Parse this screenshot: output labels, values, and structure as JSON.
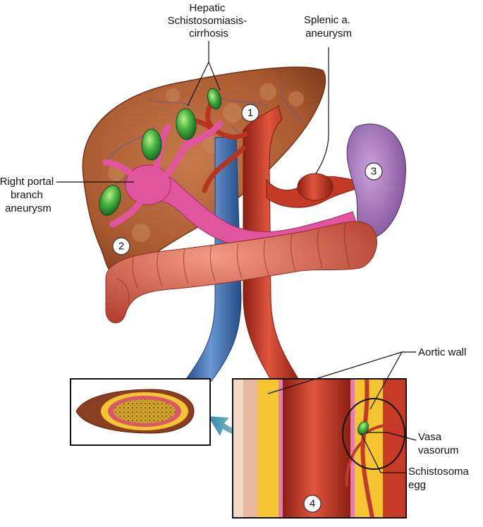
{
  "labels": {
    "hepatic": [
      "Hepatic",
      "Schistosomiasis-",
      "cirrhosis"
    ],
    "splenic": [
      "Splenic a.",
      "aneurysm"
    ],
    "portal": [
      "Right portal",
      "branch",
      "aneurysm"
    ],
    "aortic_wall": "Aortic wall",
    "vasa": [
      "Vasa",
      "vasorum"
    ],
    "egg": [
      "Schistosoma",
      "egg"
    ]
  },
  "markers": [
    "1",
    "2",
    "3",
    "4"
  ],
  "colors": {
    "liver": "#b2633a",
    "artery": "#c0392b",
    "vein": "#3d6fb0",
    "portal": "#e0559e",
    "granuloma": "#2f9a3a",
    "spleen": "#a57bbf",
    "colon": "#d9604f",
    "aortic_media": "#f5c531",
    "arrow": "#3a93b0"
  }
}
